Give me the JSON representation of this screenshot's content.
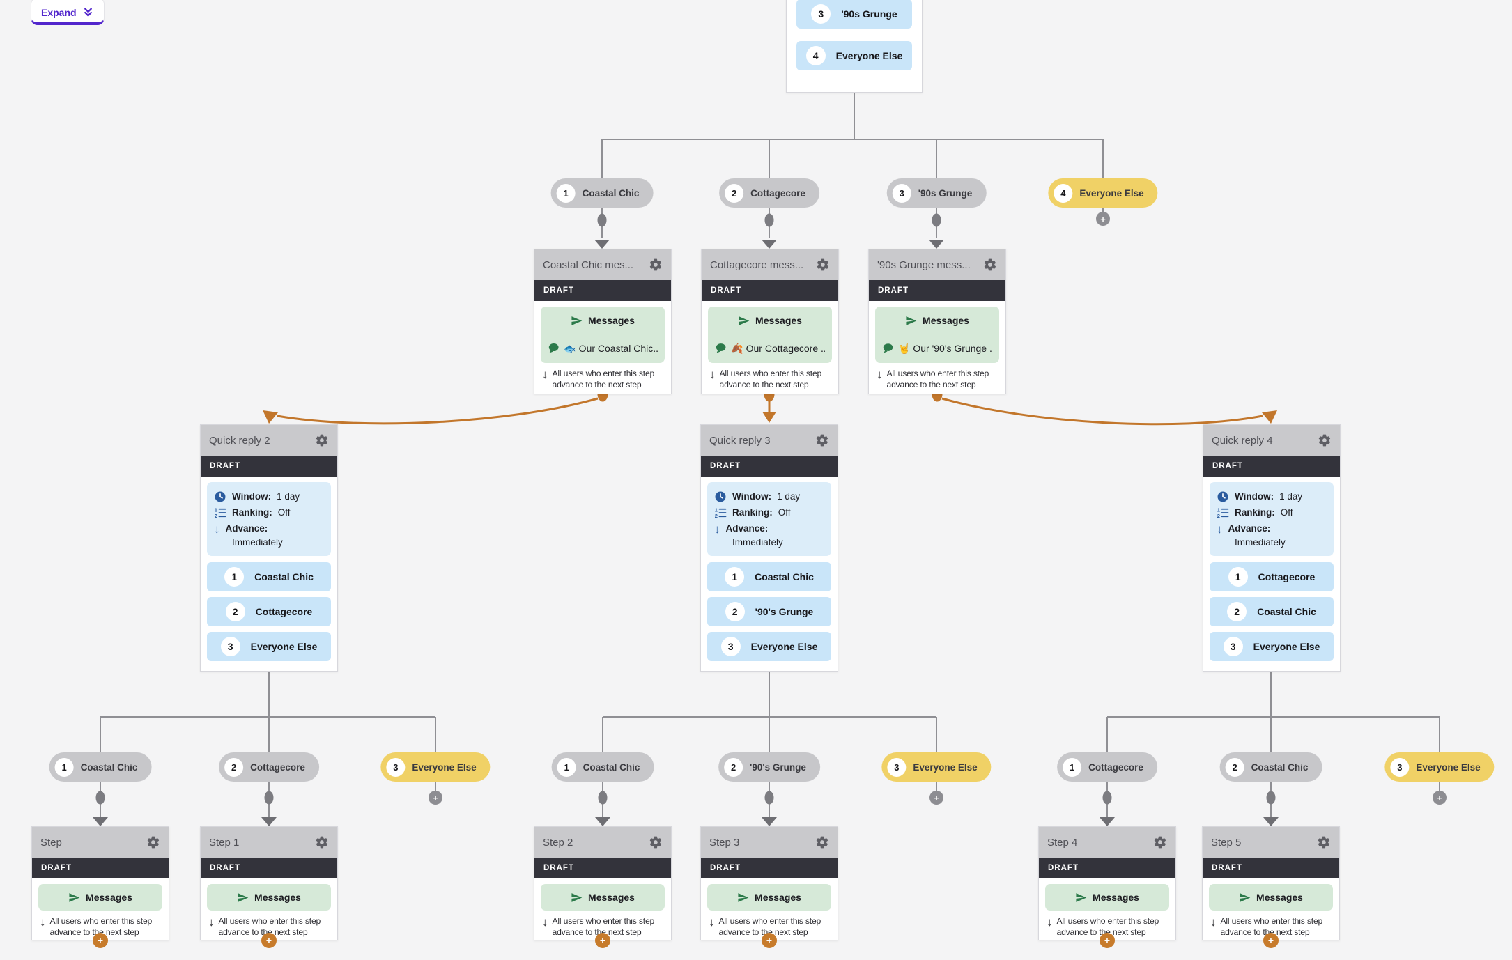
{
  "toolbar": {
    "expand_label": "Expand"
  },
  "icons": {
    "plus": "+",
    "down_arrow": "↓"
  },
  "labels": {
    "draft": "DRAFT",
    "messages": "Messages",
    "advance_text": "All users who enter this step advance to the next step"
  },
  "colors": {
    "accent_purple": "#5226cc",
    "connector_orange": "#c2762b",
    "branch_yellow": "#f0d166",
    "option_blue": "#c9e5f9",
    "info_blue": "#dcedf9",
    "messages_green": "#d6e9d8",
    "draft_bg": "#33333b"
  },
  "top_node": {
    "options": [
      {
        "number": "3",
        "label": "'90s Grunge"
      },
      {
        "number": "4",
        "label": "Everyone Else"
      }
    ]
  },
  "top_branches": [
    {
      "number": "1",
      "label": "Coastal Chic"
    },
    {
      "number": "2",
      "label": "Cottagecore"
    },
    {
      "number": "3",
      "label": "'90s Grunge"
    },
    {
      "number": "4",
      "label": "Everyone Else"
    }
  ],
  "message_nodes": [
    {
      "title": "Coastal Chic mes...",
      "status": "DRAFT",
      "preview": "🐟 Our Coastal Chic..."
    },
    {
      "title": "Cottagecore mess...",
      "status": "DRAFT",
      "preview": "🍂 Our Cottagecore ..."
    },
    {
      "title": "'90s Grunge mess...",
      "status": "DRAFT",
      "preview": "🤘 Our '90's Grunge ..."
    }
  ],
  "quick_replies": [
    {
      "title": "Quick reply 2",
      "status": "DRAFT",
      "window_label": "Window:",
      "window_value": "1 day",
      "ranking_label": "Ranking:",
      "ranking_value": "Off",
      "advance_label": "Advance:",
      "advance_value": "Immediately",
      "options": [
        {
          "number": "1",
          "label": "Coastal Chic"
        },
        {
          "number": "2",
          "label": "Cottagecore"
        },
        {
          "number": "3",
          "label": "Everyone Else"
        }
      ]
    },
    {
      "title": "Quick reply 3",
      "status": "DRAFT",
      "window_label": "Window:",
      "window_value": "1 day",
      "ranking_label": "Ranking:",
      "ranking_value": "Off",
      "advance_label": "Advance:",
      "advance_value": "Immediately",
      "options": [
        {
          "number": "1",
          "label": "Coastal Chic"
        },
        {
          "number": "2",
          "label": "'90's Grunge"
        },
        {
          "number": "3",
          "label": "Everyone Else"
        }
      ]
    },
    {
      "title": "Quick reply 4",
      "status": "DRAFT",
      "window_label": "Window:",
      "window_value": "1 day",
      "ranking_label": "Ranking:",
      "ranking_value": "Off",
      "advance_label": "Advance:",
      "advance_value": "Immediately",
      "options": [
        {
          "number": "1",
          "label": "Cottagecore"
        },
        {
          "number": "2",
          "label": "Coastal Chic"
        },
        {
          "number": "3",
          "label": "Everyone Else"
        }
      ]
    }
  ],
  "lower_branches": [
    {
      "number": "1",
      "label": "Coastal Chic"
    },
    {
      "number": "2",
      "label": "Cottagecore"
    },
    {
      "number": "3",
      "label": "Everyone Else"
    },
    {
      "number": "1",
      "label": "Coastal Chic"
    },
    {
      "number": "2",
      "label": "'90's Grunge"
    },
    {
      "number": "3",
      "label": "Everyone Else"
    },
    {
      "number": "1",
      "label": "Cottagecore"
    },
    {
      "number": "2",
      "label": "Coastal Chic"
    },
    {
      "number": "3",
      "label": "Everyone Else"
    }
  ],
  "steps": [
    {
      "title": "Step",
      "status": "DRAFT"
    },
    {
      "title": "Step 1",
      "status": "DRAFT"
    },
    {
      "title": "Step 2",
      "status": "DRAFT"
    },
    {
      "title": "Step 3",
      "status": "DRAFT"
    },
    {
      "title": "Step 4",
      "status": "DRAFT"
    },
    {
      "title": "Step 5",
      "status": "DRAFT"
    }
  ]
}
